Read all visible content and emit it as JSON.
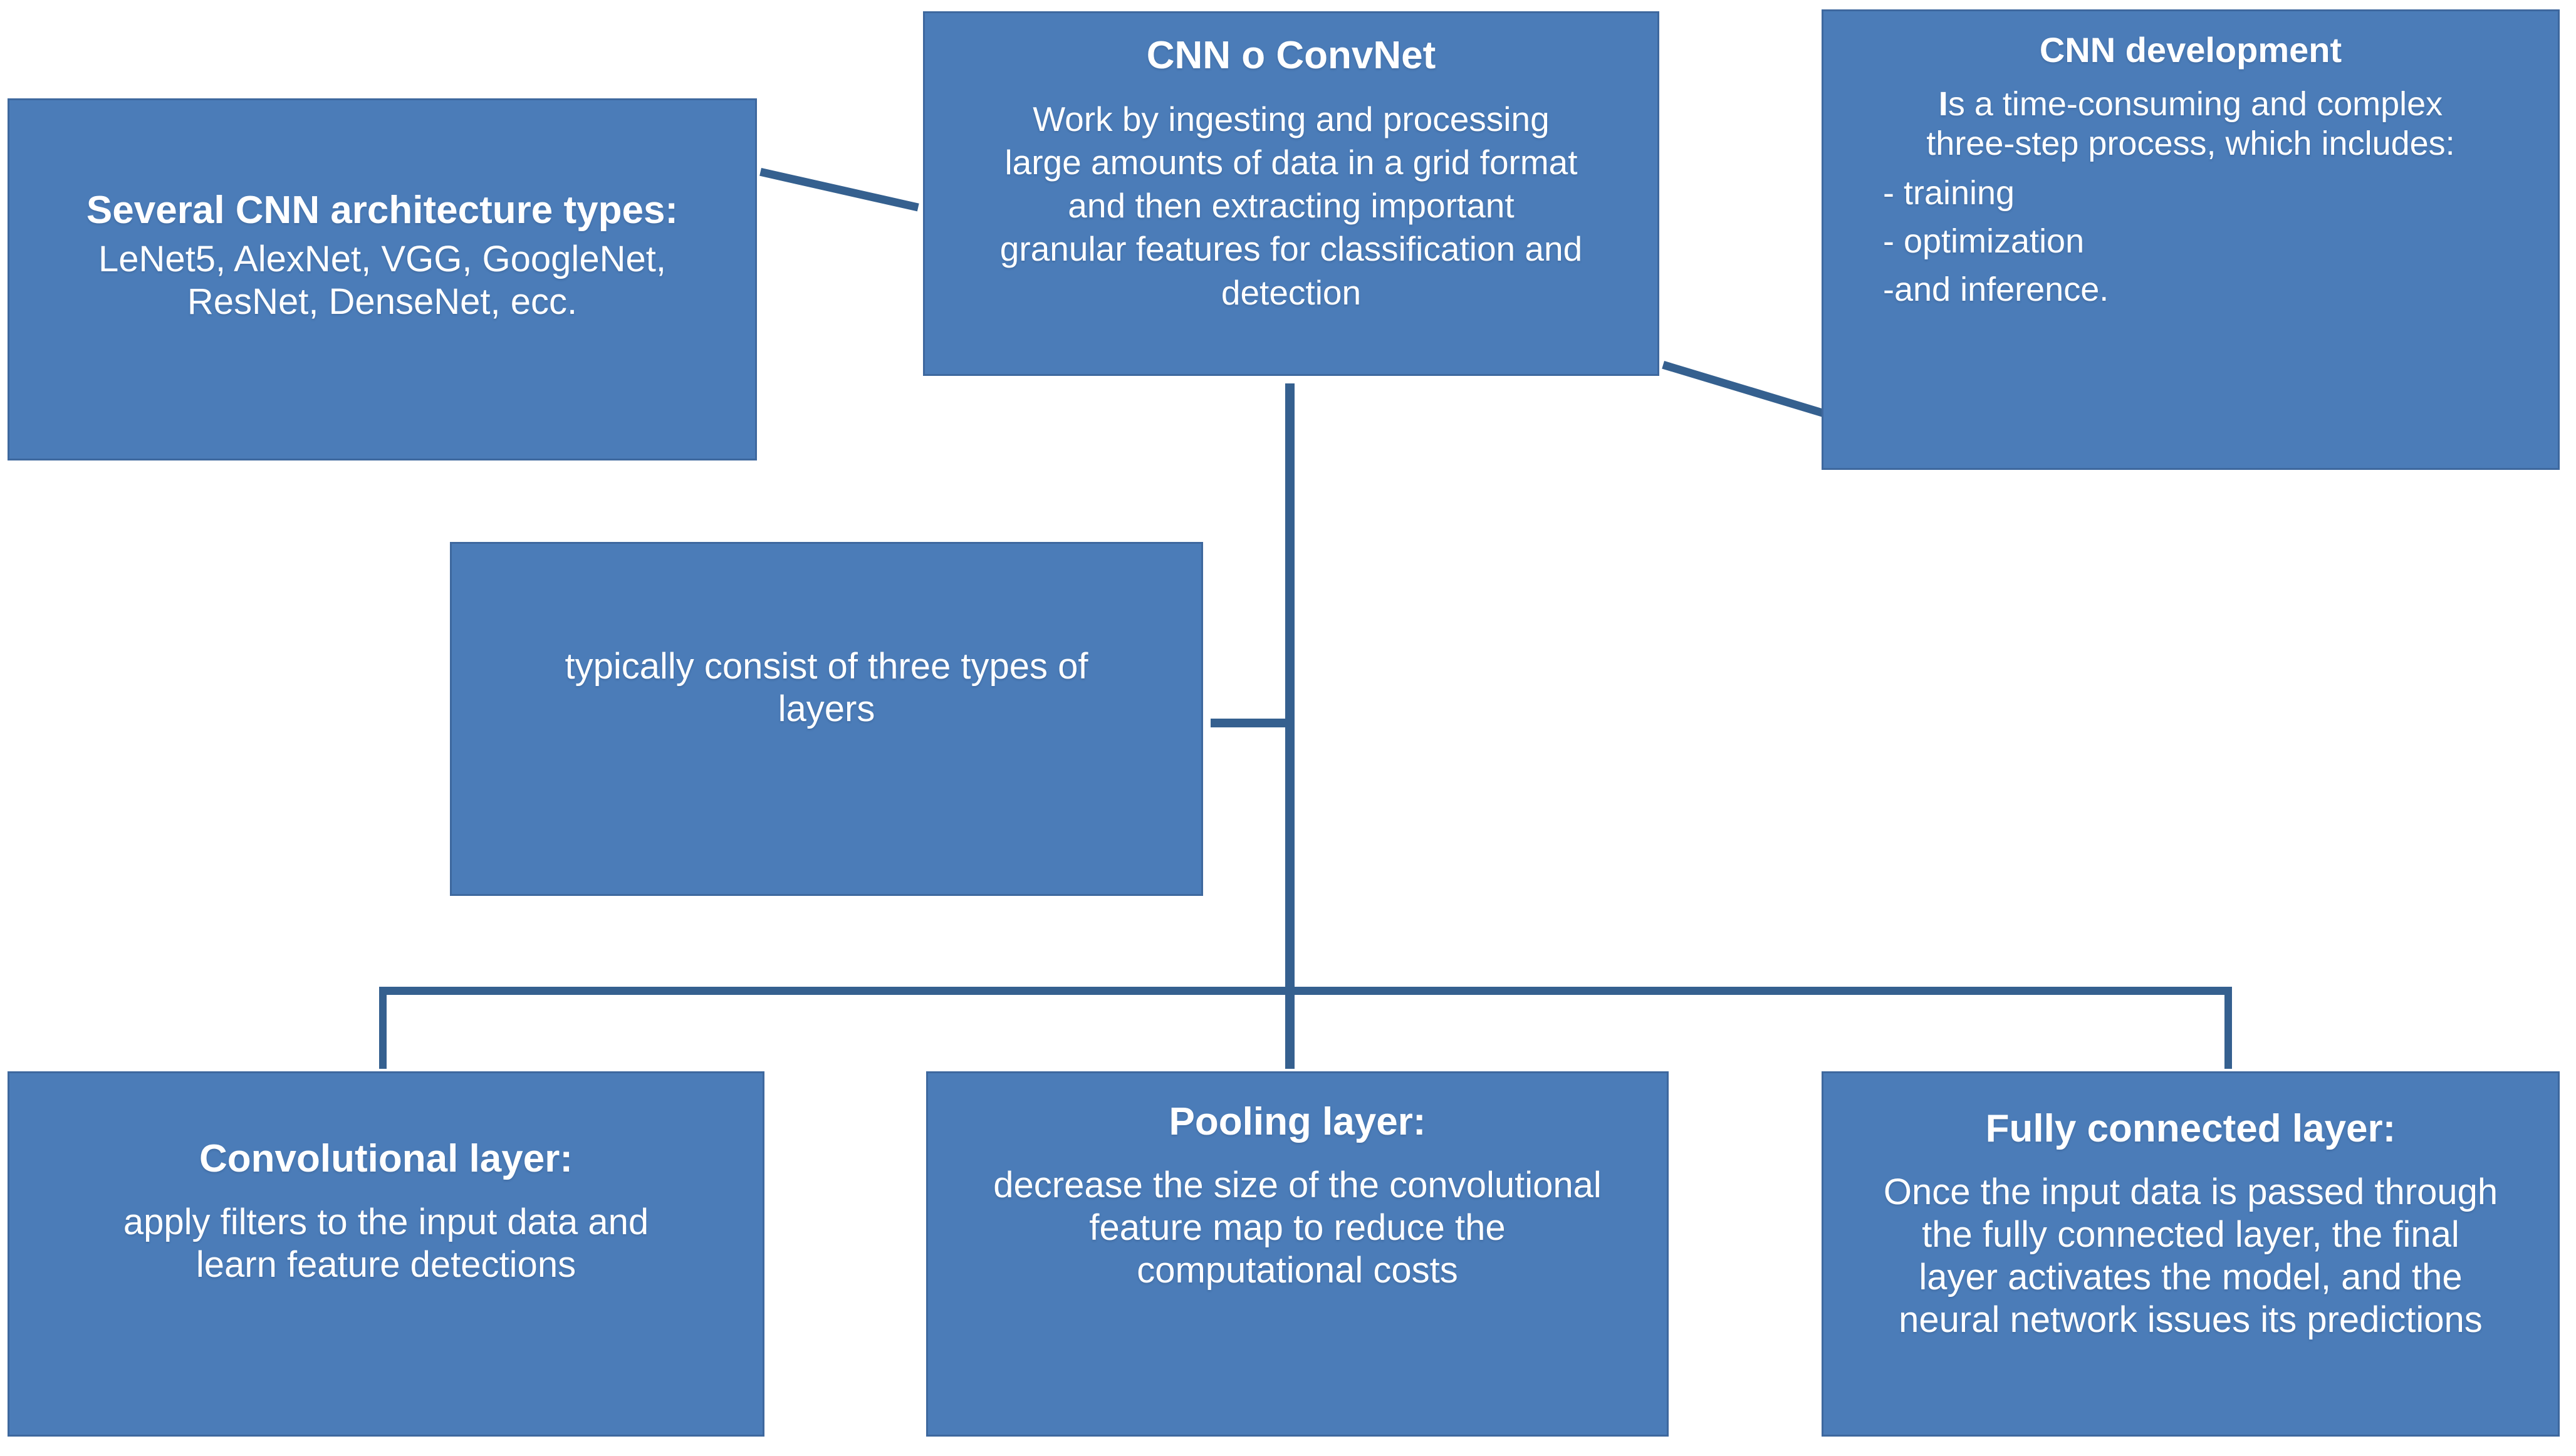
{
  "colors": {
    "background": "#ffffff",
    "box_fill": "#4b7cb8",
    "box_border": "#3e689e",
    "connector": "#35608f",
    "text": "#ffffff"
  },
  "boxes": {
    "architectures": {
      "title": "Several CNN architecture types:",
      "body_lines": [
        "LeNet5, AlexNet, VGG, GoogleNet,",
        "ResNet, DenseNet, ecc."
      ]
    },
    "convnet": {
      "title": "CNN o ConvNet",
      "body_lines": [
        "Work by ingesting and processing",
        "large amounts of data in a grid format",
        "and then extracting important",
        "granular features for classification and",
        "detection"
      ]
    },
    "development": {
      "title": "CNN development",
      "body_bold_prefix": "I",
      "body_line1_rest": "s a time-consuming and complex",
      "body_line2": "three-step process, which includes:",
      "items": [
        "- training",
        "- optimization",
        "-and inference."
      ]
    },
    "layers": {
      "body_lines": [
        "typically consist of three types of",
        "layers"
      ]
    },
    "convolutional": {
      "title": "Convolutional layer:",
      "body_lines": [
        "apply filters to the input data and",
        "learn feature detections"
      ]
    },
    "pooling": {
      "title": "Pooling layer:",
      "body_lines": [
        "decrease the size of the convolutional",
        "feature map to reduce the",
        "computational costs"
      ]
    },
    "fully_connected": {
      "title": "Fully connected layer:",
      "body_lines": [
        "Once the input data is passed through",
        "the fully connected layer, the final",
        "layer activates the model, and the",
        "neural network issues its predictions"
      ]
    }
  },
  "connections": [
    {
      "from": "architectures",
      "to": "convnet"
    },
    {
      "from": "convnet",
      "to": "development"
    },
    {
      "from": "convnet",
      "to": "layers"
    },
    {
      "from": "convnet",
      "to": "convolutional"
    },
    {
      "from": "convnet",
      "to": "pooling"
    },
    {
      "from": "convnet",
      "to": "fully_connected"
    }
  ]
}
